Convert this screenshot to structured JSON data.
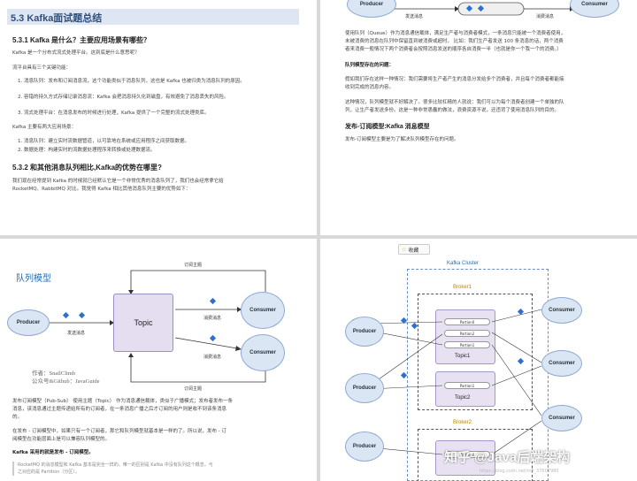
{
  "page1": {
    "section_title": "5.3 Kafka面试题总结",
    "q1": "5.3.1 Kafka 是什么？主要应用场景有哪些？",
    "intro": "Kafka 是一个分布式流式处理平台。这到底是什么意思呢？",
    "three_features": "流平台具有三个关键功能：",
    "features": [
      "1.  消息队列：发布和订阅消息流，这个功能类似于消息队列，这也是 Kafka 也被归类为消息队列的原因。",
      "2.  容错的持久方式存储记录消息流：Kafka 会把消息持久化到磁盘，有效避免了消息丢失的风险。",
      "3.  流式处理平台：在消息发布的时候进行处理，Kafka 提供了一个完整的流式处理类库。"
    ],
    "scenarios_intro": "Kafka 主要有两大应用场景：",
    "scenarios": [
      "1.  消息队列：建立实时流数据管道，以可靠地在系统或应用程序之间获取数据。",
      "2.  数据处理：构建实时的流数据处理程序来转换或处理数据流。"
    ],
    "q2": "5.3.2 和其他消息队列相比,Kafka的优势在哪里?",
    "q2_text_1": "我们现在经常提到 Kafka 的时候就已经默认它是一个非常优秀的消息队列了，我们也会经常拿它给",
    "q2_text_2": "RocketMQ、RabbitMQ 对比。我觉得 Kafka 相比其他消息队列主要的优势如下："
  },
  "page2": {
    "producer": "Producer",
    "consumer": "Consumer",
    "send_msg": "发送消息",
    "consume_msg": "消费消息",
    "para1_1": "使用队列（Queue）作为消息通信载体，满足生产者与消费者模式，一条消息只能被一个消费者使用，",
    "para1_2": "未被消费的消息在队列中保留直到被消费或超时。 比如：我们生产者发送 100 条消息的话，两个消费",
    "para1_3": "者来消费一般情况下两个消费者会按照消息发送的顺序各自消费一半（也就是你一个我一个的消费。）",
    "problem_title": "队列模型存在的问题：",
    "para2_1": "假如我们存在这样一种情况：我们需要将生产者产生的消息分发给多个消费者，并且每个消费者都能接",
    "para2_2": "收到完成的消息内容。",
    "para3_1": "这种情况，队列模型就不好解决了。很多比较杠精的人就说：我们可以为每个消费者创建一个单独的队",
    "para3_2": "列，让生产者发送多份。这是一种非常愚蠢的做法，浪费资源不说，还违背了使用消息队列的目的。",
    "pubsub_title": "发布-订阅模型:Kafka 消息模型",
    "pubsub_text": "发布-订阅模型主要是为了解决队列模型存在的问题。"
  },
  "page3": {
    "queue_model": "队列模型",
    "subscribe": "订阅主题",
    "topic": "Topic",
    "producer": "Producer",
    "consumer_1": "Consumer",
    "consumer_2": "Consumer",
    "send_msg": "发送消息",
    "consume_msg_1": "消费消息",
    "consume_msg_2": "消费消息",
    "subscribe_2": "订阅主题",
    "author": "作者：SnailClimb",
    "wechat": "公众号&Github：JavaGuide",
    "para1_1": "发布订阅模型（Pub-Sub） 使用主题（Topic） 作为消息通信载体，类似于广播模式；发布者发布一条",
    "para1_2": "消息，该消息通过主题传递给所有的订阅者，在一条消息广播之后才订阅的用户则是收不到该条消息",
    "para1_3": "的。",
    "para2_1": "在发布 - 订阅模型中，如果只有一个订阅者，那它和队列模型就基本是一样的了。所以说，发布 - 订",
    "para2_2": "阅模型在功能层面上是可以兼容队列模型的。",
    "para3": "Kafka 采用的就是发布 - 订阅模型。",
    "quote_1": "RocketMQ 的消息模型和 Kafka 基本是完全一样的。唯一的区别是 Kafka 中没有队列这个概念，与",
    "quote_2": "之对应的是 Partition（分区）。"
  },
  "page4": {
    "favorite": "收藏",
    "cluster": "Kafka Cluster",
    "broker1": "Broker1",
    "broker2": "Broker2",
    "producer": "Producer",
    "consumer": "Consumer",
    "partition0": "Partion0",
    "partition1": "Partion1",
    "partition2": "Partion2",
    "topic1": "Topic1",
    "topic2": "Topic2",
    "zhihu": "知乎 @Java后端架构",
    "url": "https://blog.csdn.net/m0_37607980"
  },
  "colors": {
    "accent": "#2f4f7f",
    "node": "#dbe6f5",
    "topic": "#e4def0",
    "message": "#2f6fd1"
  }
}
